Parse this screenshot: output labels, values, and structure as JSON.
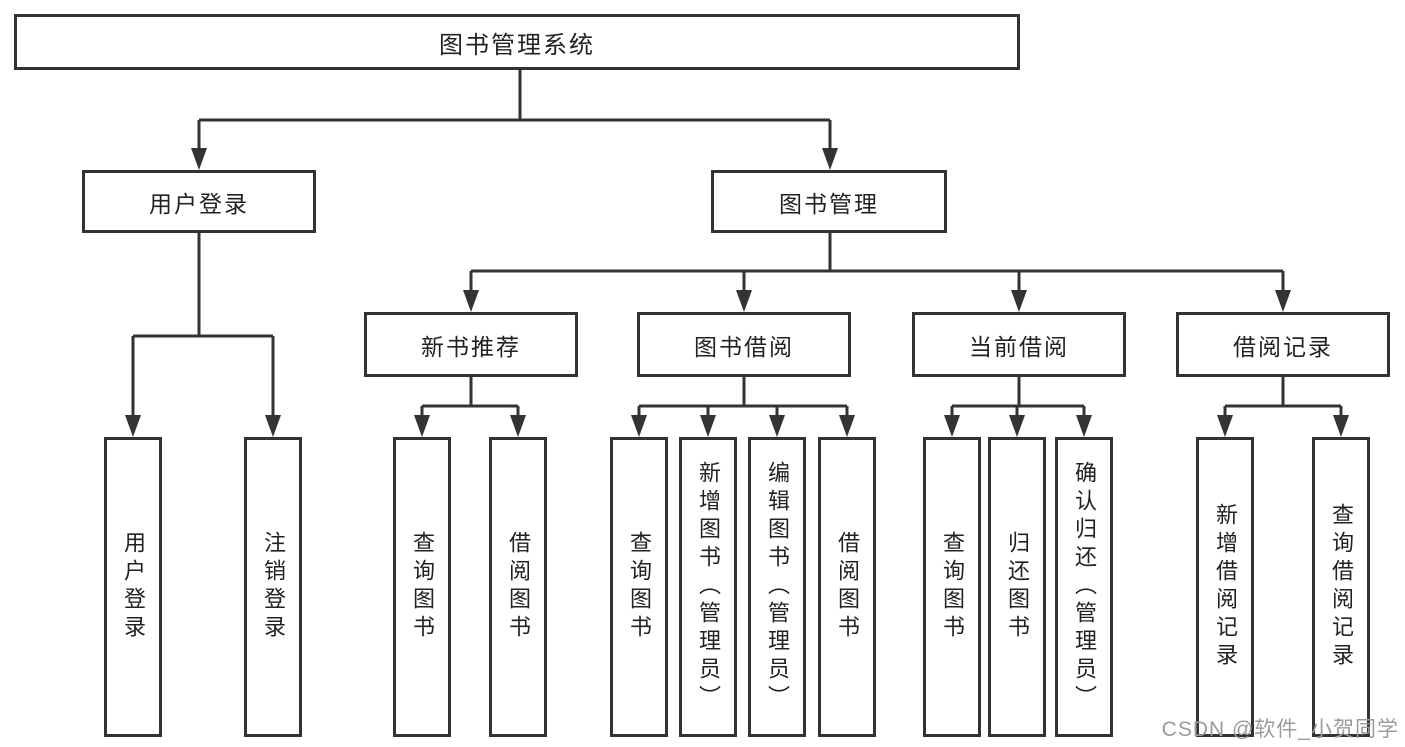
{
  "watermark": {
    "text": "CSDN @软件_小贺同学"
  },
  "colors": {
    "line": "#333333",
    "node_text": "#222222",
    "background": "#ffffff",
    "watermark_text": "#9b9b9b"
  },
  "tree": {
    "root": {
      "label": "图书管理系统",
      "children": [
        {
          "label": "用户登录",
          "children": [
            {
              "label": "用户登录"
            },
            {
              "label": "注销登录"
            }
          ]
        },
        {
          "label": "图书管理",
          "children": [
            {
              "label": "新书推荐",
              "children": [
                {
                  "label": "查询图书"
                },
                {
                  "label": "借阅图书"
                }
              ]
            },
            {
              "label": "图书借阅",
              "children": [
                {
                  "label": "查询图书"
                },
                {
                  "label": "新增图书（管理员）"
                },
                {
                  "label": "编辑图书（管理员）"
                },
                {
                  "label": "借阅图书"
                }
              ]
            },
            {
              "label": "当前借阅",
              "children": [
                {
                  "label": "查询图书"
                },
                {
                  "label": "归还图书"
                },
                {
                  "label": "确认归还（管理员）"
                }
              ]
            },
            {
              "label": "借阅记录",
              "children": [
                {
                  "label": "新增借阅记录"
                },
                {
                  "label": "查询借阅记录"
                }
              ]
            }
          ]
        }
      ]
    }
  }
}
